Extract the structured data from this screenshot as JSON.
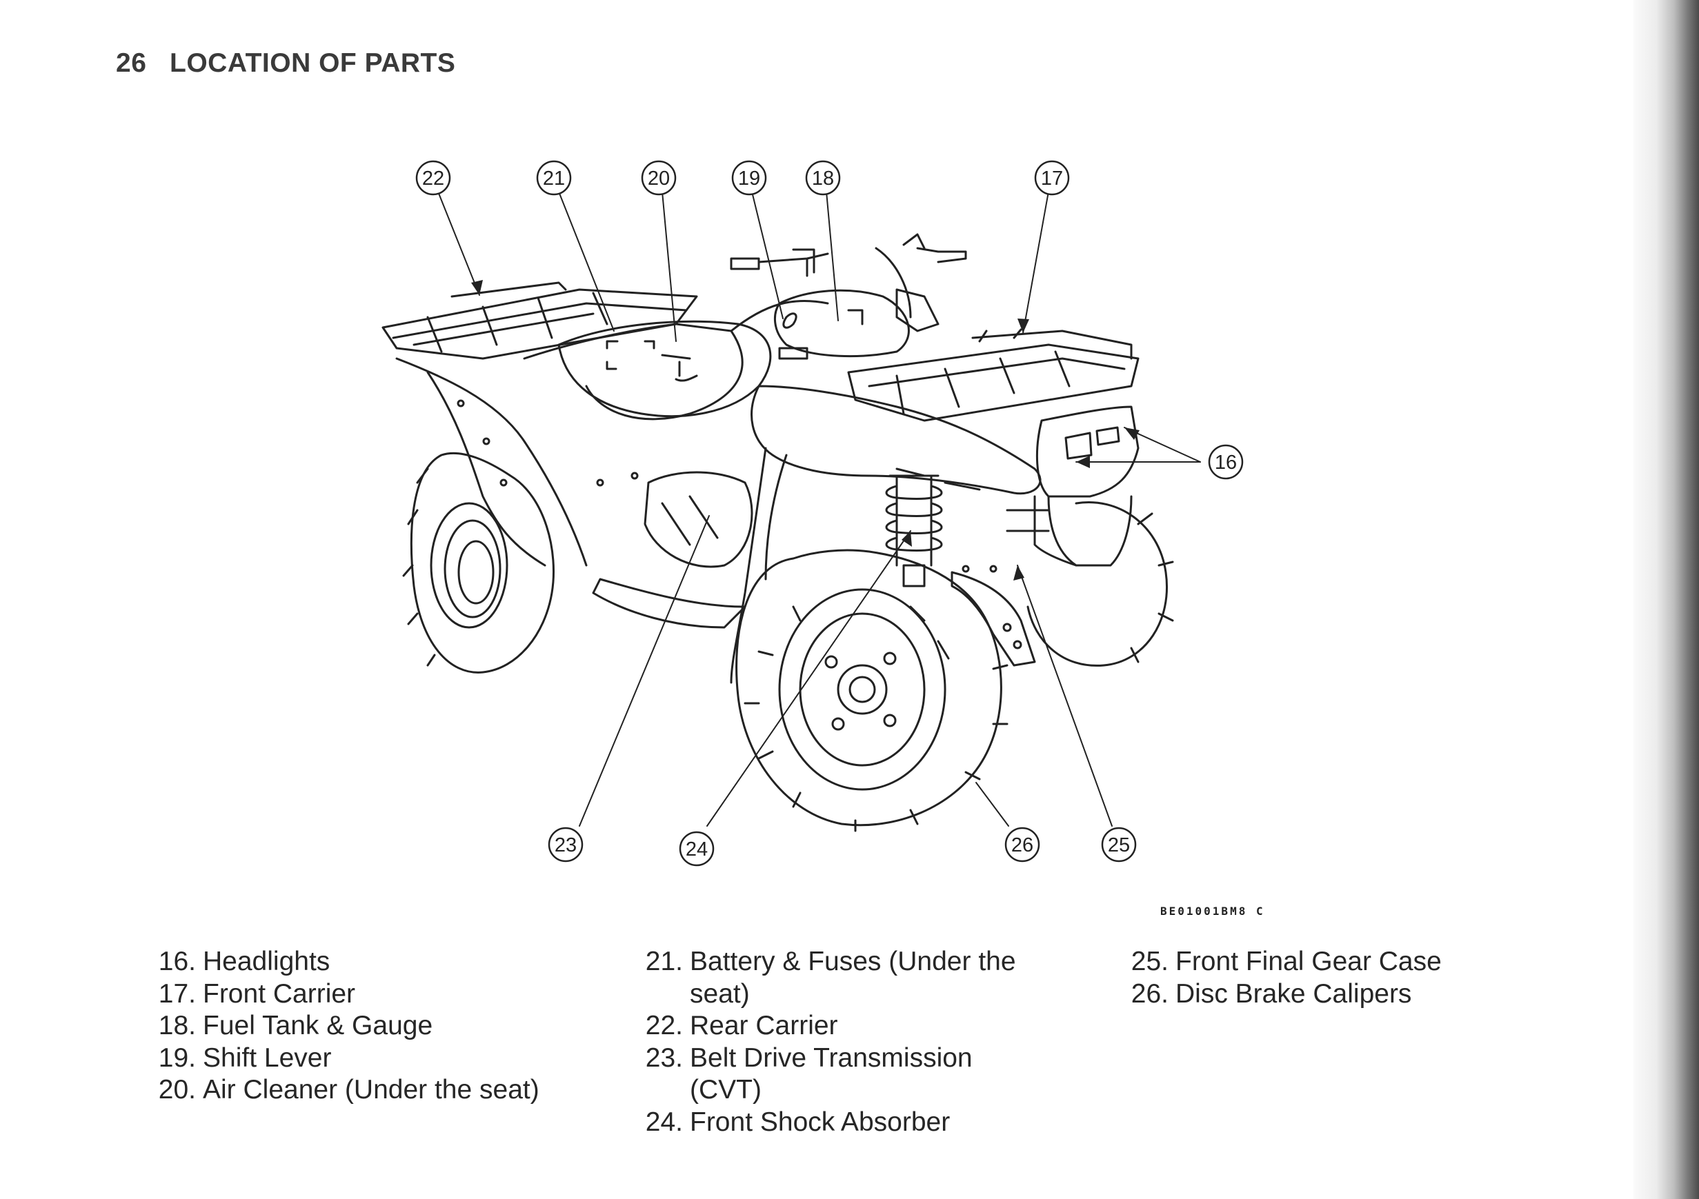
{
  "header": {
    "page_number": "26",
    "title": "LOCATION OF PARTS"
  },
  "figure": {
    "code": "BE01001BM8 C",
    "callouts": [
      "22",
      "21",
      "20",
      "19",
      "18",
      "17",
      "16",
      "23",
      "24",
      "26",
      "25"
    ]
  },
  "legend": {
    "col1": [
      {
        "num": "16.",
        "text": "Headlights"
      },
      {
        "num": "17.",
        "text": "Front Carrier"
      },
      {
        "num": "18.",
        "text": "Fuel Tank & Gauge"
      },
      {
        "num": "19.",
        "text": "Shift Lever"
      },
      {
        "num": "20.",
        "text": "Air Cleaner (Under the seat)"
      }
    ],
    "col2": [
      {
        "num": "21.",
        "text": "Battery & Fuses (Under the seat)"
      },
      {
        "num": "22.",
        "text": "Rear Carrier"
      },
      {
        "num": "23.",
        "text": "Belt Drive Transmission (CVT)"
      },
      {
        "num": "24.",
        "text": "Front Shock Absorber"
      }
    ],
    "col3": [
      {
        "num": "25.",
        "text": "Front Final Gear Case"
      },
      {
        "num": "26.",
        "text": "Disc Brake Calipers"
      }
    ]
  }
}
